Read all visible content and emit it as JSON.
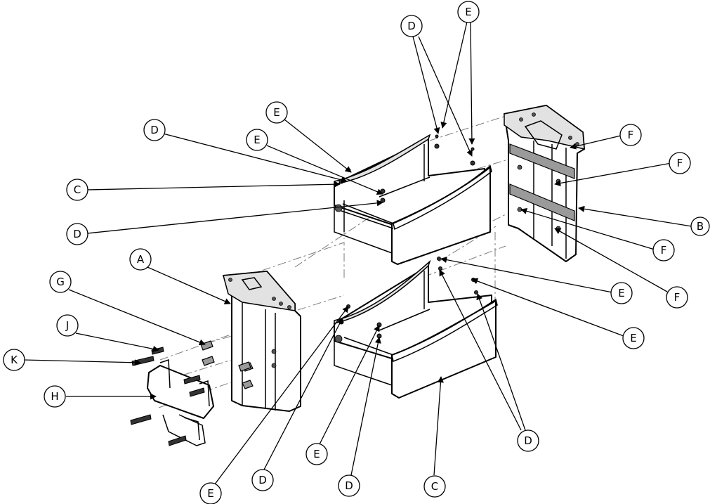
{
  "callouts": {
    "A": "A",
    "B": "B",
    "C": "C",
    "D": "D",
    "E": "E",
    "F": "F",
    "G": "G",
    "H": "H",
    "J": "J",
    "K": "K"
  }
}
